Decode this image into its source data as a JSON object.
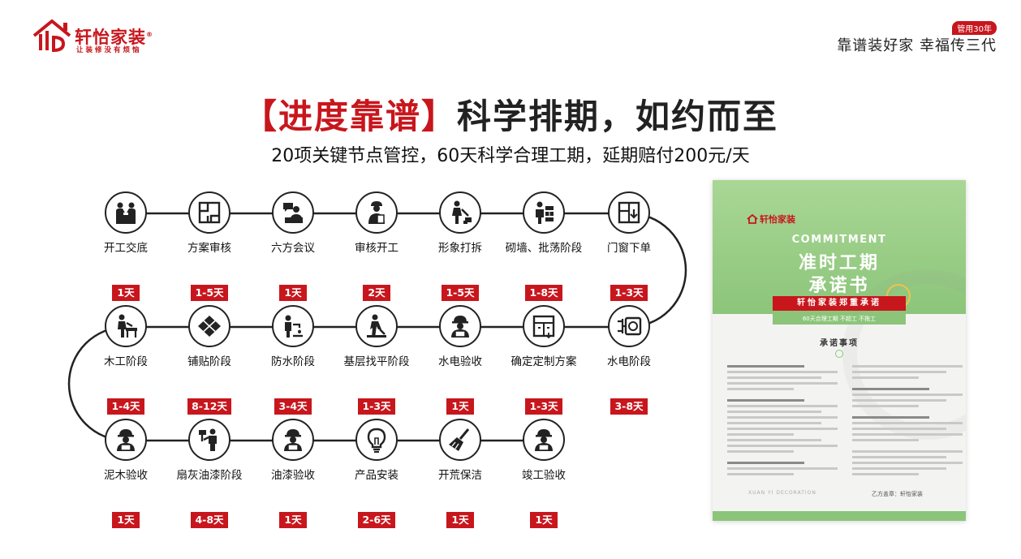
{
  "header": {
    "brand_name": "轩怡家装",
    "brand_mark": "®",
    "brand_slogan": "让装修没有烦恼",
    "badge": "管用30年",
    "tagline": "靠谱装好家 幸福传三代"
  },
  "title": {
    "highlight": "【进度靠谱】",
    "main": "科学排期，如约而至"
  },
  "subtitle": "20项关键节点管控，60天科学合理工期，延期赔付200元/天",
  "colors": {
    "accent": "#c8161d",
    "green": "#8cc57a",
    "line": "#222222"
  },
  "steps": [
    {
      "label": "开工交底",
      "duration": "1天",
      "icon": "handshake-icon"
    },
    {
      "label": "方案审核",
      "duration": "1-5天",
      "icon": "floorplan-icon"
    },
    {
      "label": "六方会议",
      "duration": "1天",
      "icon": "meeting-icon"
    },
    {
      "label": "审核开工",
      "duration": "2天",
      "icon": "clipboard-worker-icon"
    },
    {
      "label": "形象打拆",
      "duration": "1-5天",
      "icon": "demolition-icon"
    },
    {
      "label": "砌墙、批荡阶段",
      "duration": "1-8天",
      "icon": "bricklaying-icon"
    },
    {
      "label": "门窗下单",
      "duration": "1-3天",
      "icon": "door-window-icon"
    },
    {
      "label": "水电阶段",
      "duration": "3-8天",
      "icon": "power-socket-icon"
    },
    {
      "label": "确定定制方案",
      "duration": "1-3天",
      "icon": "cabinet-icon"
    },
    {
      "label": "水电验收",
      "duration": "1天",
      "icon": "inspector-icon"
    },
    {
      "label": "基层找平阶段",
      "duration": "1-3天",
      "icon": "leveling-icon"
    },
    {
      "label": "防水阶段",
      "duration": "3-4天",
      "icon": "waterproof-icon"
    },
    {
      "label": "铺贴阶段",
      "duration": "8-12天",
      "icon": "tiles-icon"
    },
    {
      "label": "木工阶段",
      "duration": "1-4天",
      "icon": "carpentry-icon"
    },
    {
      "label": "泥木验收",
      "duration": "1天",
      "icon": "inspector-icon"
    },
    {
      "label": "扇灰油漆阶段",
      "duration": "4-8天",
      "icon": "painting-icon"
    },
    {
      "label": "油漆验收",
      "duration": "1天",
      "icon": "inspector-icon"
    },
    {
      "label": "产品安装",
      "duration": "2-6天",
      "icon": "lightbulb-icon"
    },
    {
      "label": "开荒保洁",
      "duration": "1天",
      "icon": "broom-icon"
    },
    {
      "label": "竣工验收",
      "duration": "1天",
      "icon": "inspector-icon"
    }
  ],
  "document": {
    "brand": "轩怡家装",
    "en_title": "COMMITMENT",
    "title_line1": "准时工期",
    "title_line2": "承诺书",
    "ribbon": "轩怡家装郑重承诺",
    "ribbon_sub": "60天合理工期 不超工 不拖工",
    "section_title": "承诺事项",
    "footer_en": "XUAN YI DECORATION",
    "footer_sign": "乙方盖章：轩怡家装"
  }
}
